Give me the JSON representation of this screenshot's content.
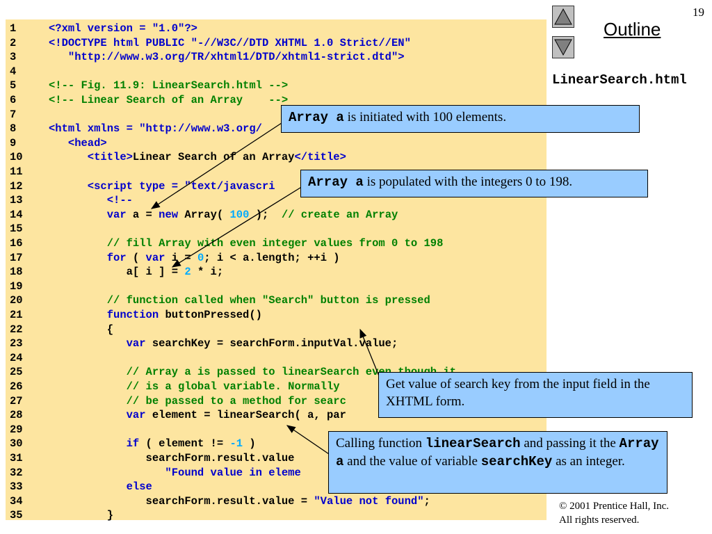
{
  "slide_number": "19",
  "outline_label": "Outline",
  "filename": "LinearSearch.html",
  "copyright": "© 2001 Prentice Hall, Inc.",
  "rights": "All rights reserved.",
  "nav": {
    "up_icon": "triangle-up-icon",
    "down_icon": "triangle-down-icon"
  },
  "colors": {
    "code_bg": "#fde5a0",
    "callout_bg": "#99ccff",
    "keyword": "#0000cc",
    "comment": "#008000",
    "number": "#00aaff"
  },
  "code_lines": [
    {
      "n": "1",
      "segs": [
        [
          "kw",
          "<?xml version = "
        ],
        [
          "str",
          "\"1.0\""
        ],
        [
          "kw",
          "?>"
        ]
      ]
    },
    {
      "n": "2",
      "segs": [
        [
          "kw",
          "<!DOCTYPE html PUBLIC "
        ],
        [
          "str",
          "\"-//W3C//DTD XHTML 1.0 Strict//EN\""
        ]
      ]
    },
    {
      "n": "3",
      "segs": [
        [
          "str",
          "   \"http://www.w3.org/TR/xhtml1/DTD/xhtml1-strict.dtd\""
        ],
        [
          "kw",
          ">"
        ]
      ]
    },
    {
      "n": "4",
      "segs": []
    },
    {
      "n": "5",
      "segs": [
        [
          "cm",
          "<!-- Fig. 11.9: LinearSearch.html -->"
        ]
      ]
    },
    {
      "n": "6",
      "segs": [
        [
          "cm",
          "<!-- Linear Search of an Array    -->"
        ]
      ]
    },
    {
      "n": "7",
      "segs": []
    },
    {
      "n": "8",
      "segs": [
        [
          "kw",
          "<html xmlns = "
        ],
        [
          "str",
          "\"http://www.w3.org/"
        ]
      ]
    },
    {
      "n": "9",
      "segs": [
        [
          "kw",
          "   <head>"
        ]
      ]
    },
    {
      "n": "10",
      "segs": [
        [
          "kw",
          "      <title>"
        ],
        [
          "txt",
          "Linear Search of an Array"
        ],
        [
          "kw",
          "</title>"
        ]
      ]
    },
    {
      "n": "11",
      "segs": []
    },
    {
      "n": "12",
      "segs": [
        [
          "kw",
          "      <script type = "
        ],
        [
          "str",
          "\"text/javascri"
        ]
      ]
    },
    {
      "n": "13",
      "segs": [
        [
          "kw",
          "         <!--"
        ]
      ]
    },
    {
      "n": "14",
      "segs": [
        [
          "kw",
          "         var "
        ],
        [
          "txt",
          "a = "
        ],
        [
          "kw",
          "new "
        ],
        [
          "txt",
          "Array( "
        ],
        [
          "num",
          "100"
        ],
        [
          "txt",
          " );  "
        ],
        [
          "cm",
          "// create an Array"
        ]
      ]
    },
    {
      "n": "15",
      "segs": []
    },
    {
      "n": "16",
      "segs": [
        [
          "cm",
          "         // fill Array with even integer values from 0 to 198"
        ]
      ]
    },
    {
      "n": "17",
      "segs": [
        [
          "kw",
          "         for "
        ],
        [
          "txt",
          "( "
        ],
        [
          "kw",
          "var "
        ],
        [
          "txt",
          "i = "
        ],
        [
          "num",
          "0"
        ],
        [
          "txt",
          "; i < a.length; ++i )"
        ]
      ]
    },
    {
      "n": "18",
      "segs": [
        [
          "txt",
          "            a[ i ] = "
        ],
        [
          "num",
          "2"
        ],
        [
          "txt",
          " * i;"
        ]
      ]
    },
    {
      "n": "19",
      "segs": []
    },
    {
      "n": "20",
      "segs": [
        [
          "cm",
          "         // function called when \"Search\" button is pressed"
        ]
      ]
    },
    {
      "n": "21",
      "segs": [
        [
          "kw",
          "         function "
        ],
        [
          "txt",
          "buttonPressed()"
        ]
      ]
    },
    {
      "n": "22",
      "segs": [
        [
          "txt",
          "         {"
        ]
      ]
    },
    {
      "n": "23",
      "segs": [
        [
          "kw",
          "            var "
        ],
        [
          "txt",
          "searchKey = searchForm.inputVal.value;"
        ]
      ]
    },
    {
      "n": "24",
      "segs": []
    },
    {
      "n": "25",
      "segs": [
        [
          "cm",
          "            // Array a is passed to linearSearch even though it"
        ]
      ]
    },
    {
      "n": "26",
      "segs": [
        [
          "cm",
          "            // is a global variable. Normally"
        ]
      ]
    },
    {
      "n": "27",
      "segs": [
        [
          "cm",
          "            // be passed to a method for searc"
        ]
      ]
    },
    {
      "n": "28",
      "segs": [
        [
          "kw",
          "            var "
        ],
        [
          "txt",
          "element = linearSearch( a, par"
        ]
      ]
    },
    {
      "n": "29",
      "segs": []
    },
    {
      "n": "30",
      "segs": [
        [
          "kw",
          "            if "
        ],
        [
          "txt",
          "( element != "
        ],
        [
          "num",
          "-1"
        ],
        [
          "txt",
          " )"
        ]
      ]
    },
    {
      "n": "31",
      "segs": [
        [
          "txt",
          "               searchForm.result.value"
        ]
      ]
    },
    {
      "n": "32",
      "segs": [
        [
          "str",
          "                  \"Found value in eleme"
        ]
      ]
    },
    {
      "n": "33",
      "segs": [
        [
          "kw",
          "            else"
        ]
      ]
    },
    {
      "n": "34",
      "segs": [
        [
          "txt",
          "               searchForm.result.value = "
        ],
        [
          "str",
          "\"Value not found\""
        ],
        [
          "txt",
          ";"
        ]
      ]
    },
    {
      "n": "35",
      "segs": [
        [
          "txt",
          "         }"
        ]
      ]
    }
  ],
  "callouts": {
    "c1": {
      "code": "Array a",
      "text": " is initiated with 100 elements."
    },
    "c2": {
      "code": "Array a",
      "text": " is populated with the integers 0 to 198."
    },
    "c3": {
      "text": "Get value of search key from the input field in the XHTML form."
    },
    "c4": {
      "t1": "Calling function ",
      "code1": "linearSearch",
      "t2": " and passing it the ",
      "code2": "Array a",
      "t3": " and the value of variable ",
      "code3": "searchKey",
      "t4": " as an integer."
    }
  }
}
